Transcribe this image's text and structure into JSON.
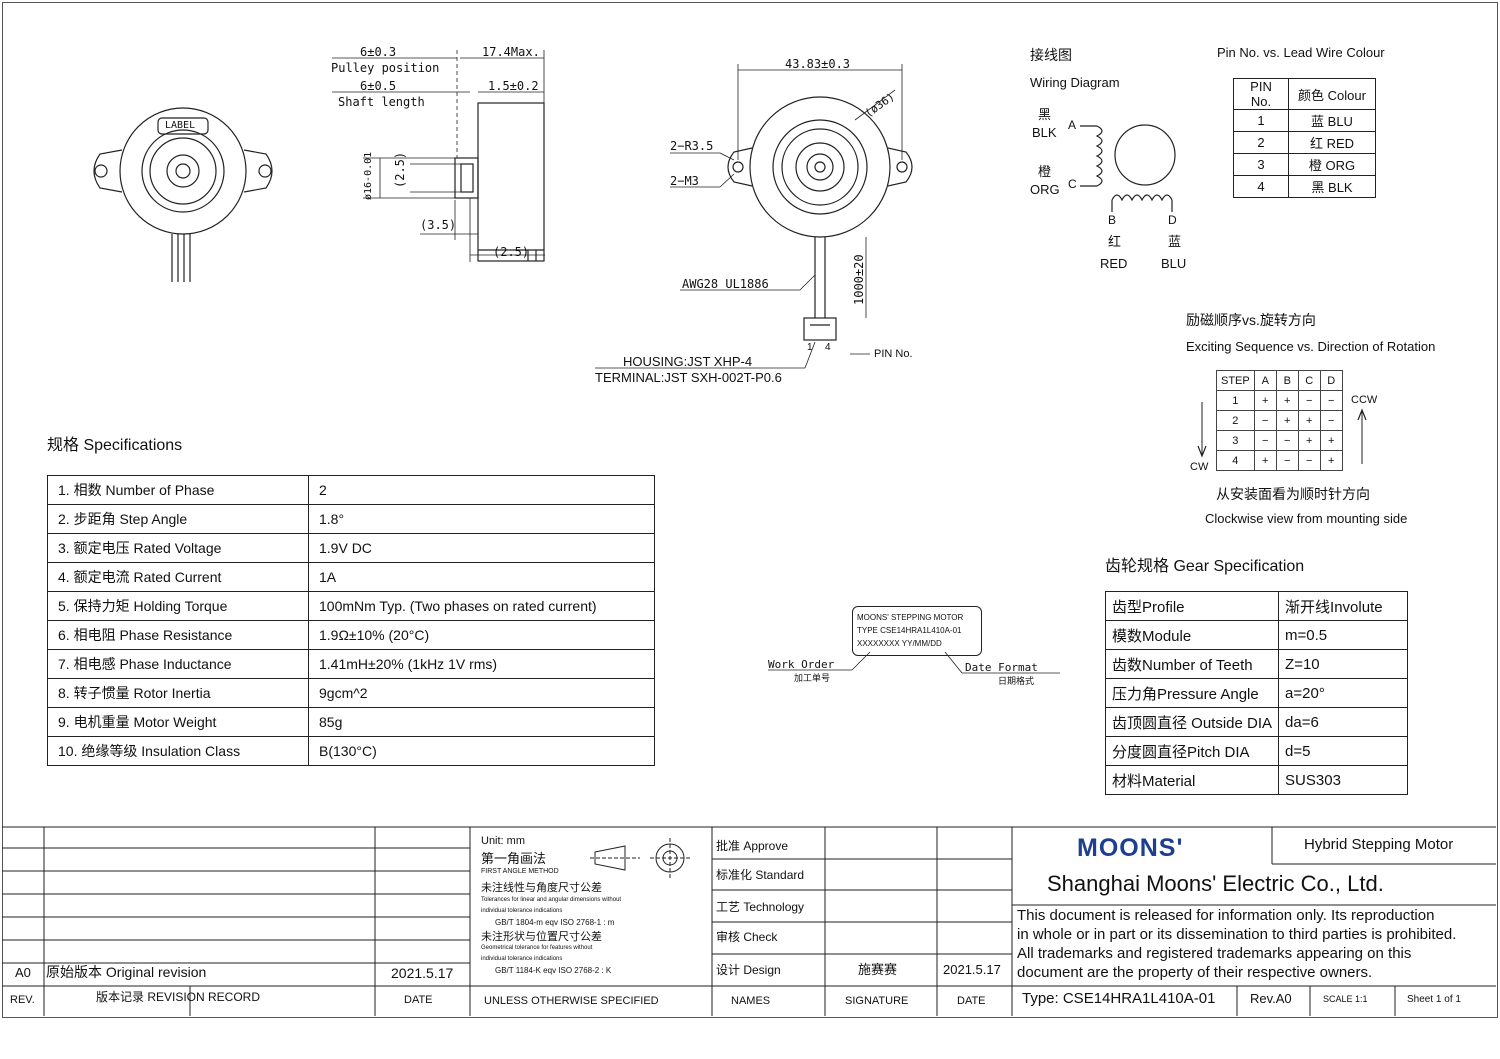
{
  "drawing": {
    "pulley_pos_dim": "6±0.3",
    "pulley_pos_label": "Pulley position",
    "shaft_len_dim": "6±0.5",
    "shaft_len_label": "Shaft length",
    "max_len_dim": "17.4Max.",
    "flange_dim": "1.5±0.2",
    "shaft_dia_dim": "ø16-0.01",
    "flat_dim_v": "(2.5)",
    "flat_dim_h": "(2.5)",
    "flat_len_dim": "(3.5)",
    "label_text": "LABEL",
    "mount_span_dim": "43.83±0.3",
    "dia_dim": "(ø36)",
    "radius_callout": "2−R3.5",
    "hole_callout": "2−M3",
    "wire_spec": "AWG28  UL1886",
    "lead_len_dim": "1000±20",
    "pin_1": "1",
    "pin_4": "4",
    "pin_no_label": "PIN No.",
    "housing": "HOUSING:JST XHP-4",
    "terminal": "TERMINAL:JST SXH-002T-P0.6"
  },
  "wiring": {
    "title_cn": "接线图",
    "title_en": "Wiring Diagram",
    "blk_cn": "黑",
    "blk_en": "BLK",
    "org_cn": "橙",
    "org_en": "ORG",
    "red_cn": "红",
    "red_en": "RED",
    "blu_cn": "蓝",
    "blu_en": "BLU",
    "a": "A",
    "b": "B",
    "c": "C",
    "d": "D"
  },
  "pin_table": {
    "title": "Pin No. vs. Lead Wire Colour",
    "headers": [
      "PIN No.",
      "颜色 Colour"
    ],
    "rows": [
      [
        "1",
        "蓝 BLU"
      ],
      [
        "2",
        "红 RED"
      ],
      [
        "3",
        "橙 ORG"
      ],
      [
        "4",
        "黑 BLK"
      ]
    ]
  },
  "sequence": {
    "title_cn": "励磁顺序vs.旋转方向",
    "title_en": "Exciting Sequence vs. Direction of Rotation",
    "headers": [
      "STEP",
      "A",
      "B",
      "C",
      "D"
    ],
    "rows": [
      [
        "1",
        "+",
        "+",
        "−",
        "−"
      ],
      [
        "2",
        "−",
        "+",
        "+",
        "−"
      ],
      [
        "3",
        "−",
        "−",
        "+",
        "+"
      ],
      [
        "4",
        "+",
        "−",
        "−",
        "+"
      ]
    ],
    "ccw": "CCW",
    "cw": "CW",
    "note_cn": "从安装面看为顺时针方向",
    "note_en": "Clockwise view from mounting side"
  },
  "specs": {
    "title": "规格 Specifications",
    "rows": [
      [
        "1. 相数 Number of Phase",
        "2"
      ],
      [
        "2. 步距角 Step Angle",
        "1.8°"
      ],
      [
        "3. 额定电压 Rated Voltage",
        "1.9V DC"
      ],
      [
        "4. 额定电流 Rated Current",
        "1A"
      ],
      [
        "5. 保持力矩 Holding Torque",
        "100mNm Typ. (Two phases on rated current)"
      ],
      [
        "6. 相电阻 Phase Resistance",
        "1.9Ω±10% (20°C)"
      ],
      [
        "7. 相电感 Phase Inductance",
        "1.41mH±20% (1kHz 1V rms)"
      ],
      [
        "8. 转子惯量 Rotor Inertia",
        "9gcm^2"
      ],
      [
        "9. 电机重量 Motor Weight",
        "85g"
      ],
      [
        "10. 绝缘等级 Insulation Class",
        "B(130°C)"
      ]
    ]
  },
  "label_box": {
    "line1": "MOONS' STEPPING MOTOR",
    "line2": "TYPE CSE14HRA1L410A-01",
    "line3": "XXXXXXXX  YY/MM/DD",
    "work_order_en": "Work   Order",
    "work_order_cn": "加工单号",
    "date_format_en": "Date   Format",
    "date_format_cn": "日期格式"
  },
  "gear": {
    "title": "齿轮规格 Gear Specification",
    "rows": [
      [
        "齿型Profile",
        "渐开线Involute"
      ],
      [
        "模数Module",
        "m=0.5"
      ],
      [
        "齿数Number of Teeth",
        "Z=10"
      ],
      [
        "压力角Pressure Angle",
        "a=20°"
      ],
      [
        "齿顶圆直径 Outside DIA",
        "da=6"
      ],
      [
        "分度圆直径Pitch DIA",
        "d=5"
      ],
      [
        "材料Material",
        "SUS303"
      ]
    ]
  },
  "titleblock": {
    "rev": "A0",
    "rev_desc": "原始版本  Original  revision",
    "rev_date": "2021.5.17",
    "rev_h": "REV.",
    "record_h": "版本记录  REVISION  RECORD",
    "date_h": "DATE",
    "unit": "Unit: mm",
    "method_cn": "第一角画法",
    "method_en": "FIRST ANGLE METHOD",
    "tol1_cn": "未注线性与角度尺寸公差",
    "tol1_en1": "Tolerances for linear and angular dimensions without",
    "tol1_en2": "individual tolerance indications",
    "tol1_std": "GB/T 1804-m  eqv ISO 2768-1 : m",
    "tol2_cn": "未注形状与位置尺寸公差",
    "tol2_en1": "Geometrical tolerance for features without",
    "tol2_en2": "individual tolerance indications",
    "tol2_std": "GB/T 1184-K  eqv ISO 2768-2 : K",
    "unless": "UNLESS  OTHERWISE  SPECIFIED",
    "approve": "批准 Approve",
    "standard": "标准化 Standard",
    "technology": "工艺 Technology",
    "check": "审核 Check",
    "design": "设计 Design",
    "designer": "施赛赛",
    "design_date": "2021.5.17",
    "names": "NAMES",
    "signature": "SIGNATURE",
    "date2": "DATE",
    "logo": "MOONS'",
    "product": "Hybrid Stepping Motor",
    "company": "Shanghai Moons' Electric Co., Ltd.",
    "disclaimer1": "This document is released for information only. Its reproduction",
    "disclaimer2": "in whole or in part or its dissemination to third parties is prohibited.",
    "disclaimer3": "All trademarks and registered trademarks appearing on this",
    "disclaimer4": "document are the property of their respective owners.",
    "type": "Type: CSE14HRA1L410A-01",
    "revno": "Rev.A0",
    "scale": "SCALE 1:1",
    "sheet": "Sheet 1 of 1"
  },
  "colors": {
    "logo": "#1d3f8f",
    "line": "#222222"
  }
}
